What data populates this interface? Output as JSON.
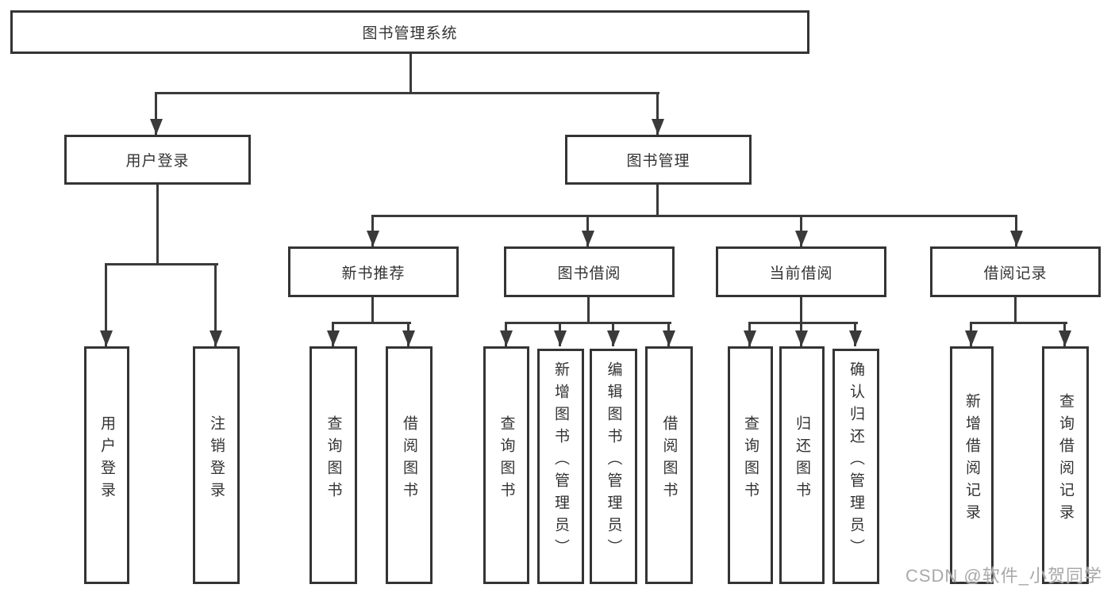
{
  "diagram": {
    "title": "图书管理系统",
    "type": "hierarchy-tree",
    "colors": {
      "line": "#3a3a3a",
      "box_border": "#343434",
      "box_background": "#ffffff",
      "text": "#333333",
      "watermark_text": "#a9a9a9"
    },
    "root": {
      "label": "图书管理系统"
    },
    "level2": [
      {
        "label": "用户登录"
      },
      {
        "label": "图书管理"
      }
    ],
    "level3": [
      {
        "label": "新书推荐",
        "parent": "图书管理"
      },
      {
        "label": "图书借阅",
        "parent": "图书管理"
      },
      {
        "label": "当前借阅",
        "parent": "图书管理"
      },
      {
        "label": "借阅记录",
        "parent": "图书管理"
      }
    ],
    "leaves": [
      {
        "label": "用户登录",
        "parent": "用户登录"
      },
      {
        "label": "注销登录",
        "parent": "用户登录"
      },
      {
        "label": "查询图书",
        "parent": "新书推荐"
      },
      {
        "label": "借阅图书",
        "parent": "新书推荐"
      },
      {
        "label": "查询图书",
        "parent": "图书借阅"
      },
      {
        "label": "新增图书（管理员）",
        "parent": "图书借阅"
      },
      {
        "label": "编辑图书（管理员）",
        "parent": "图书借阅"
      },
      {
        "label": "借阅图书",
        "parent": "图书借阅"
      },
      {
        "label": "查询图书",
        "parent": "当前借阅"
      },
      {
        "label": "归还图书",
        "parent": "当前借阅"
      },
      {
        "label": "确认归还（管理员）",
        "parent": "当前借阅"
      },
      {
        "label": "新增借阅记录",
        "parent": "借阅记录"
      },
      {
        "label": "查询借阅记录",
        "parent": "借阅记录"
      }
    ]
  },
  "watermark": {
    "text": "CSDN @软件_小贺同学"
  }
}
